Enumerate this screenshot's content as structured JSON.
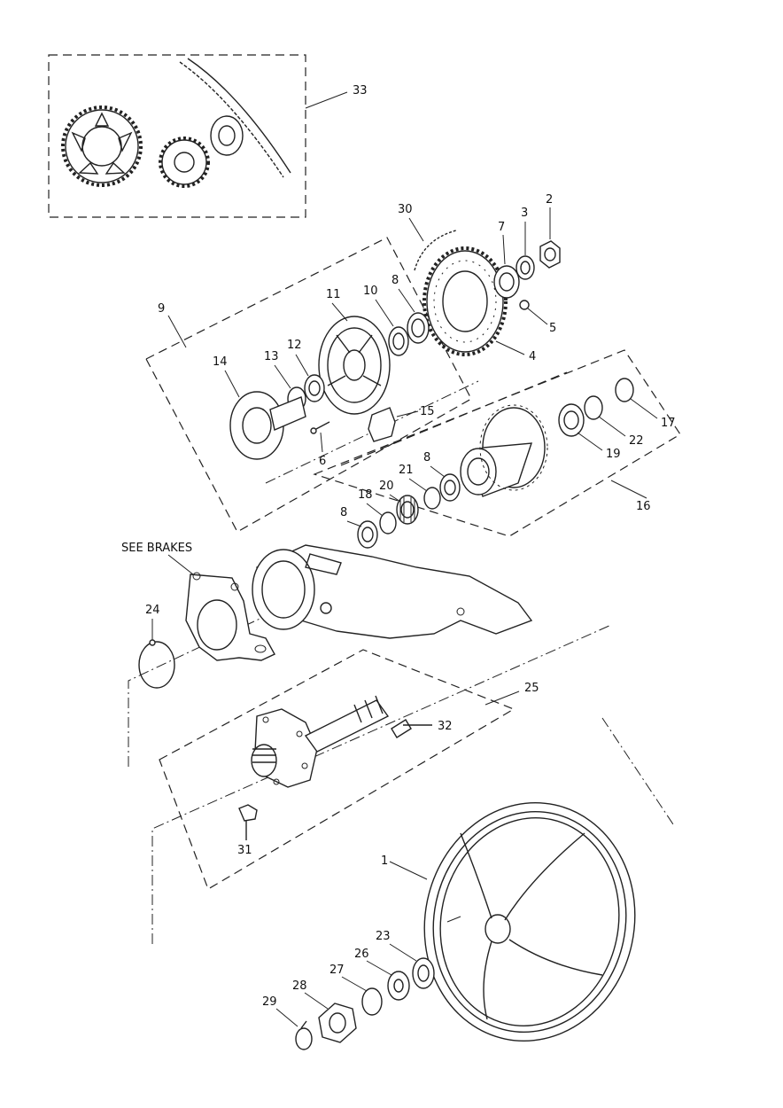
{
  "labels": {
    "l1": "1",
    "l2": "2",
    "l3": "3",
    "l4": "4",
    "l5": "5",
    "l6": "6",
    "l7": "7",
    "l8a": "8",
    "l8b": "8",
    "l8c": "8",
    "l9": "9",
    "l10": "10",
    "l11": "11",
    "l12": "12",
    "l13": "13",
    "l14": "14",
    "l15": "15",
    "l16": "16",
    "l17": "17",
    "l18": "18",
    "l19": "19",
    "l20": "20",
    "l21": "21",
    "l22": "22",
    "l23": "23",
    "l24": "24",
    "l25": "25",
    "l26": "26",
    "l27": "27",
    "l28": "28",
    "l29": "29",
    "l30": "30",
    "l31": "31",
    "l32": "32",
    "l33": "33",
    "see_brakes": "SEE BRAKES"
  }
}
